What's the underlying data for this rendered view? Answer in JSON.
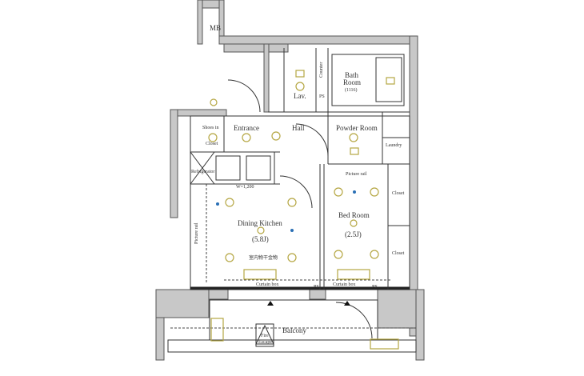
{
  "plan": {
    "mb": "MB",
    "counter": "Counter",
    "ps_top": "PS",
    "lav": "Lav.",
    "bath": "Bath",
    "bath_room": "Room",
    "bath_size": "(1116)",
    "shoes_in": "Shoes in",
    "closet_shoes": "Closet",
    "entrance": "Entrance",
    "hall": "Hall",
    "powder_room": "Powder Room",
    "laundry": "Laundry",
    "refrigerator": "Refrigerator",
    "kitchen_width": "W=1,200",
    "picture_rail_bed": "Picture rail",
    "picture_rail_dk": "Picture rail",
    "dining_kitchen": "Dining Kitchen",
    "dk_size": "(5.8J)",
    "drying_hardware": "室内物干金物",
    "bed_room": "Bed Room",
    "bed_size": "(2.5J)",
    "closet_1": "Closet",
    "closet_2": "Closet",
    "curtain_box_1": "Curtain box",
    "curtain_box_2": "Curtain box",
    "ps_1": "PS",
    "ps_2": "PS",
    "balcony": "Balcony",
    "fire": "Fire",
    "escape": "Escape"
  },
  "colors": {
    "fixture": "#b5a642",
    "outlet": "#2a6fb5",
    "wall": "#c8c8c8"
  }
}
